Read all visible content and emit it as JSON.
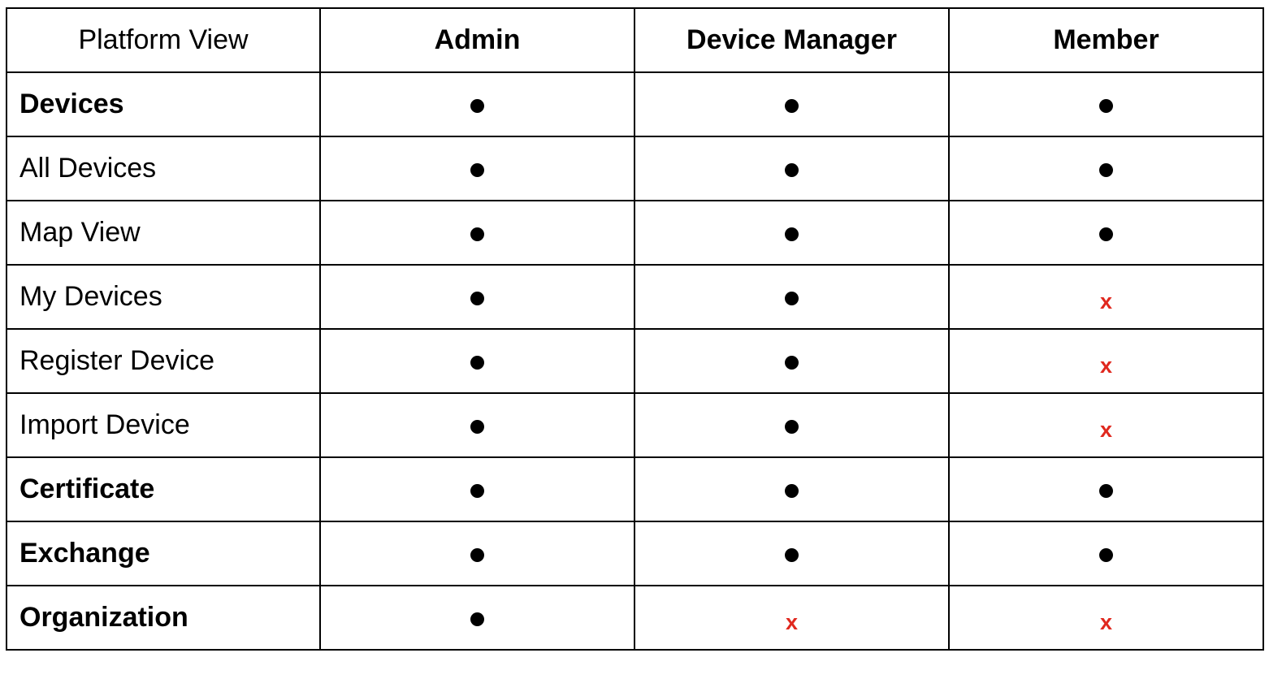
{
  "colors": {
    "allowed": "#000000",
    "denied": "#e0281e",
    "border": "#000000"
  },
  "header": {
    "corner": "Platform View",
    "roles": [
      "Admin",
      "Device Manager",
      "Member"
    ]
  },
  "legend_glyphs": {
    "allowed": "●",
    "denied": "x"
  },
  "rows": [
    {
      "feature": "Devices",
      "section": true,
      "access": [
        "allowed",
        "allowed",
        "allowed"
      ]
    },
    {
      "feature": "All Devices",
      "section": false,
      "access": [
        "allowed",
        "allowed",
        "allowed"
      ]
    },
    {
      "feature": "Map View",
      "section": false,
      "access": [
        "allowed",
        "allowed",
        "allowed"
      ]
    },
    {
      "feature": "My Devices",
      "section": false,
      "access": [
        "allowed",
        "allowed",
        "denied"
      ]
    },
    {
      "feature": "Register Device",
      "section": false,
      "access": [
        "allowed",
        "allowed",
        "denied"
      ]
    },
    {
      "feature": "Import Device",
      "section": false,
      "access": [
        "allowed",
        "allowed",
        "denied"
      ]
    },
    {
      "feature": "Certificate",
      "section": true,
      "access": [
        "allowed",
        "allowed",
        "allowed"
      ]
    },
    {
      "feature": "Exchange",
      "section": true,
      "access": [
        "allowed",
        "allowed",
        "allowed"
      ]
    },
    {
      "feature": "Organization",
      "section": true,
      "access": [
        "allowed",
        "denied",
        "denied"
      ]
    }
  ]
}
